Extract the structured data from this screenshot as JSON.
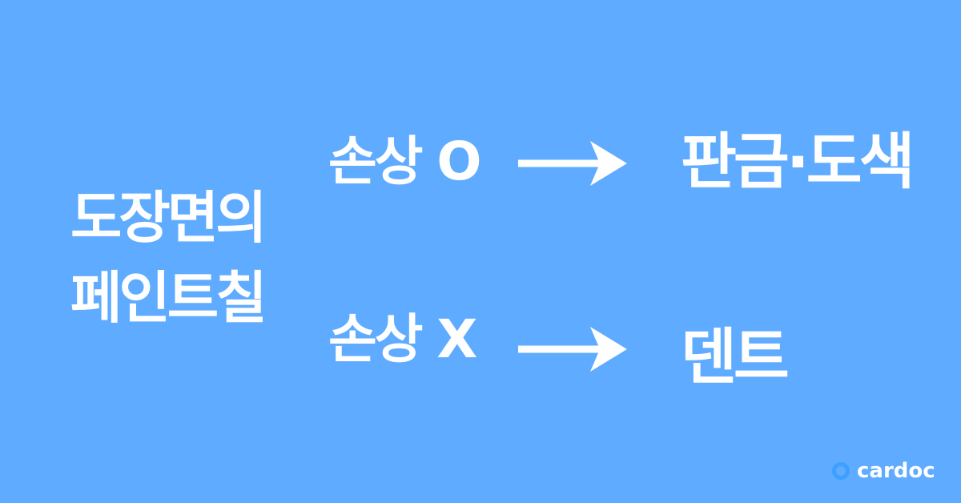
{
  "background_color": "#5fabff",
  "text_color": "#ffffff",
  "title": {
    "line1": "도장면의",
    "line2": "페인트칠"
  },
  "rows": [
    {
      "condition": "손상 O",
      "result": "판금·도색",
      "arrow_icon": "arrow-right-icon"
    },
    {
      "condition": "손상 X",
      "result": "덴트",
      "arrow_icon": "arrow-right-icon"
    }
  ],
  "logo": {
    "text": "cardoc",
    "icon": "ring-icon",
    "icon_color": "#3da0ff"
  }
}
